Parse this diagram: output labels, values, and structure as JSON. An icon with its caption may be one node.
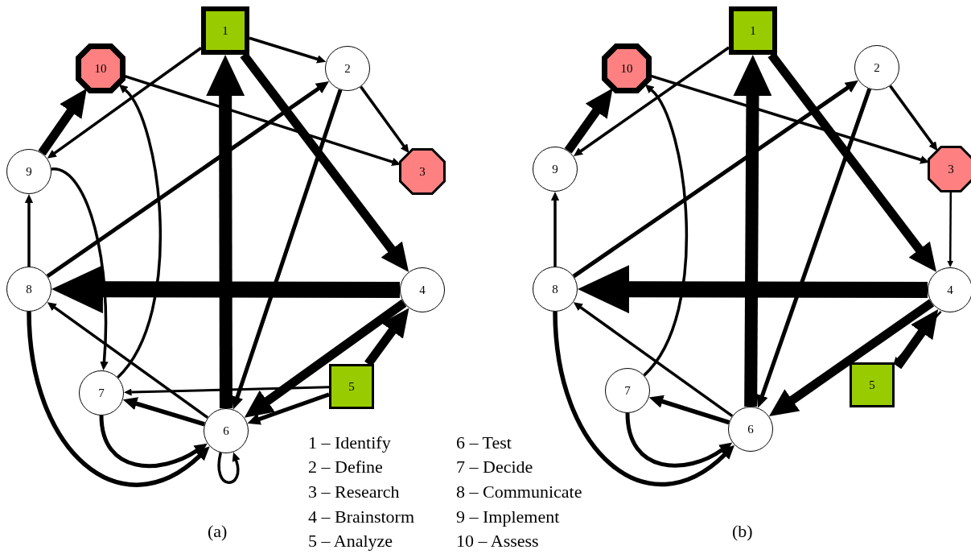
{
  "diagram": {
    "nodes": [
      {
        "text": [
          "1"
        ]
      },
      {
        "text": [
          "2"
        ]
      },
      {
        "text": [
          "3"
        ]
      },
      {
        "text": [
          "4"
        ]
      },
      {
        "text": [
          "5"
        ]
      },
      {
        "text": [
          "6"
        ]
      },
      {
        "text": [
          "7"
        ]
      },
      {
        "text": [
          "8"
        ]
      },
      {
        "text": [
          "9"
        ]
      },
      {
        "text": [
          "10"
        ]
      },
      {
        "text": [
          "1"
        ]
      },
      {
        "text": [
          "2"
        ]
      },
      {
        "text": [
          "3"
        ]
      },
      {
        "text": [
          "4"
        ]
      },
      {
        "text": [
          "5"
        ]
      },
      {
        "text": [
          "6"
        ]
      },
      {
        "text": [
          "7"
        ]
      },
      {
        "text": [
          "8"
        ]
      },
      {
        "text": [
          "9"
        ]
      },
      {
        "text": [
          "10"
        ]
      }
    ],
    "edges": [
      {
        "from": 0,
        "to": 1,
        "arrow": "to"
      },
      {
        "from": 0,
        "to": 8,
        "arrow": "to"
      },
      {
        "from": 0,
        "to": 3,
        "arrow": "to",
        "style": "thick"
      },
      {
        "from": 5,
        "to": 0,
        "arrow": "to",
        "style": "thick"
      },
      {
        "from": 9,
        "to": 2,
        "arrow": "to"
      },
      {
        "from": 8,
        "to": 9,
        "arrow": "to",
        "style": "thick"
      },
      {
        "from": 6,
        "to": 9,
        "arrow": "to"
      },
      {
        "from": 8,
        "to": 6,
        "arrow": "to"
      },
      {
        "from": 1,
        "to": 2,
        "arrow": "to"
      },
      {
        "from": 7,
        "to": 1,
        "arrow": "to"
      },
      {
        "from": 1,
        "to": 5,
        "arrow": "to"
      },
      {
        "from": 3,
        "to": 7,
        "arrow": "to",
        "style": "thick"
      },
      {
        "from": 7,
        "to": 8,
        "arrow": "to"
      },
      {
        "from": 5,
        "to": 7,
        "arrow": "to"
      },
      {
        "from": 4,
        "to": 6,
        "arrow": "to"
      },
      {
        "from": 3,
        "to": 5,
        "arrow": "to",
        "style": "thick"
      },
      {
        "from": 4,
        "to": 3,
        "arrow": "to",
        "style": "thick"
      },
      {
        "from": 4,
        "to": 5,
        "arrow": "to"
      },
      {
        "from": 5,
        "to": 6,
        "arrow": "to"
      },
      {
        "from": 6,
        "to": 5,
        "arrow": "to"
      },
      {
        "from": 7,
        "to": 5,
        "arrow": "to"
      },
      {
        "from": 5,
        "to": 5,
        "arrow": "to"
      },
      {
        "from": 10,
        "to": 18,
        "arrow": "to"
      },
      {
        "from": 10,
        "to": 13,
        "arrow": "to",
        "style": "thick"
      },
      {
        "from": 15,
        "to": 10,
        "arrow": "to",
        "style": "thick"
      },
      {
        "from": 19,
        "to": 12,
        "arrow": "to"
      },
      {
        "from": 18,
        "to": 19,
        "arrow": "to",
        "style": "thick"
      },
      {
        "from": 16,
        "to": 19,
        "arrow": "to"
      },
      {
        "from": 11,
        "to": 12,
        "arrow": "to"
      },
      {
        "from": 12,
        "to": 13,
        "arrow": "to"
      },
      {
        "from": 17,
        "to": 11,
        "arrow": "to"
      },
      {
        "from": 11,
        "to": 15,
        "arrow": "to"
      },
      {
        "from": 13,
        "to": 17,
        "arrow": "to",
        "style": "thick"
      },
      {
        "from": 17,
        "to": 18,
        "arrow": "to"
      },
      {
        "from": 15,
        "to": 17,
        "arrow": "to"
      },
      {
        "from": 13,
        "to": 14,
        "arrow": "to"
      },
      {
        "from": 14,
        "to": 13,
        "arrow": "to",
        "style": "thick"
      },
      {
        "from": 13,
        "to": 15,
        "arrow": "to",
        "style": "thick"
      },
      {
        "from": 15,
        "to": 16,
        "arrow": "to"
      },
      {
        "from": 16,
        "to": 15,
        "arrow": "to"
      },
      {
        "from": 17,
        "to": 15,
        "arrow": "to"
      }
    ],
    "labels": [
      "1 – Identify",
      "6 – Test",
      "2 – Define",
      "7 – Decide",
      "3 – Research",
      "8 – Communicate",
      "4 – Brainstorm",
      "9 – Implement",
      "(a)",
      "5 – Analyze",
      "10 – Assess",
      "(b)"
    ]
  }
}
